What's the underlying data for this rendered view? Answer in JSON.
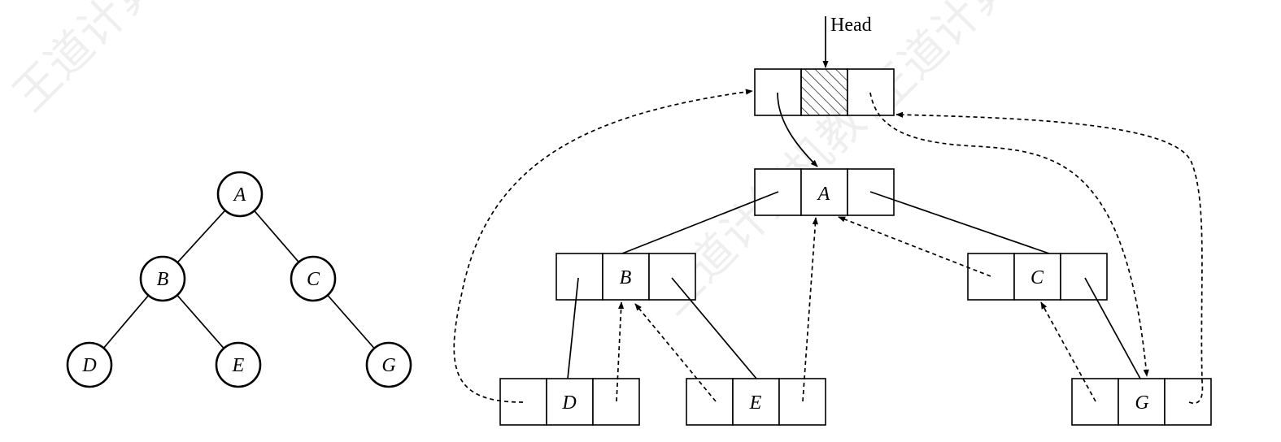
{
  "tree": {
    "nodes": [
      {
        "id": "A",
        "label": "A"
      },
      {
        "id": "B",
        "label": "B"
      },
      {
        "id": "C",
        "label": "C"
      },
      {
        "id": "D",
        "label": "D"
      },
      {
        "id": "E",
        "label": "E"
      },
      {
        "id": "G",
        "label": "G"
      }
    ],
    "edges": [
      [
        "A",
        "B"
      ],
      [
        "A",
        "C"
      ],
      [
        "B",
        "D"
      ],
      [
        "B",
        "E"
      ],
      [
        "C",
        "G"
      ]
    ]
  },
  "linked": {
    "head_label": "Head",
    "nodes": [
      {
        "id": "A",
        "label": "A"
      },
      {
        "id": "B",
        "label": "B"
      },
      {
        "id": "C",
        "label": "C"
      },
      {
        "id": "D",
        "label": "D"
      },
      {
        "id": "E",
        "label": "E"
      },
      {
        "id": "G",
        "label": "G"
      }
    ]
  },
  "watermark": "王道计算机教育"
}
